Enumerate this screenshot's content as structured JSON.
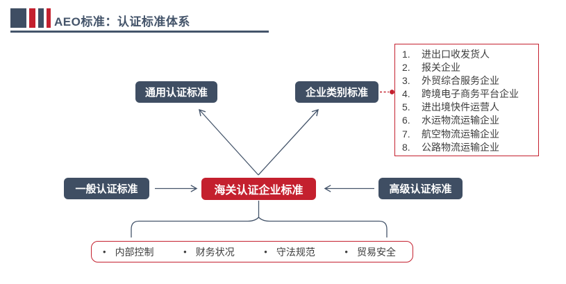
{
  "colors": {
    "slate_line": "#44546A",
    "slate_fill": "#3F4E63",
    "red": "#C4202E",
    "text_dark": "#3C3C3C"
  },
  "header": {
    "title": "AEO标准：认证标准体系"
  },
  "nodes": {
    "general_cert": "通用认证标准",
    "category_cert": "企业类别标准",
    "center": "海关认证企业标准",
    "basic_cert": "一般认证标准",
    "advanced_cert": "高级认证标准"
  },
  "category_list": {
    "items": [
      {
        "num": "1.",
        "label": "进出口收发货人"
      },
      {
        "num": "2.",
        "label": "报关企业"
      },
      {
        "num": "3.",
        "label": "外贸综合服务企业"
      },
      {
        "num": "4.",
        "label": "跨境电子商务平台企业"
      },
      {
        "num": "5.",
        "label": "进出境快件运营人"
      },
      {
        "num": "6.",
        "label": "水运物流运输企业"
      },
      {
        "num": "7.",
        "label": "航空物流运输企业"
      },
      {
        "num": "8.",
        "label": "公路物流运输企业"
      }
    ]
  },
  "criteria": {
    "items": [
      {
        "bullet": "•",
        "label": "内部控制"
      },
      {
        "bullet": "•",
        "label": "财务状况"
      },
      {
        "bullet": "•",
        "label": "守法规范"
      },
      {
        "bullet": "•",
        "label": "贸易安全"
      }
    ]
  }
}
